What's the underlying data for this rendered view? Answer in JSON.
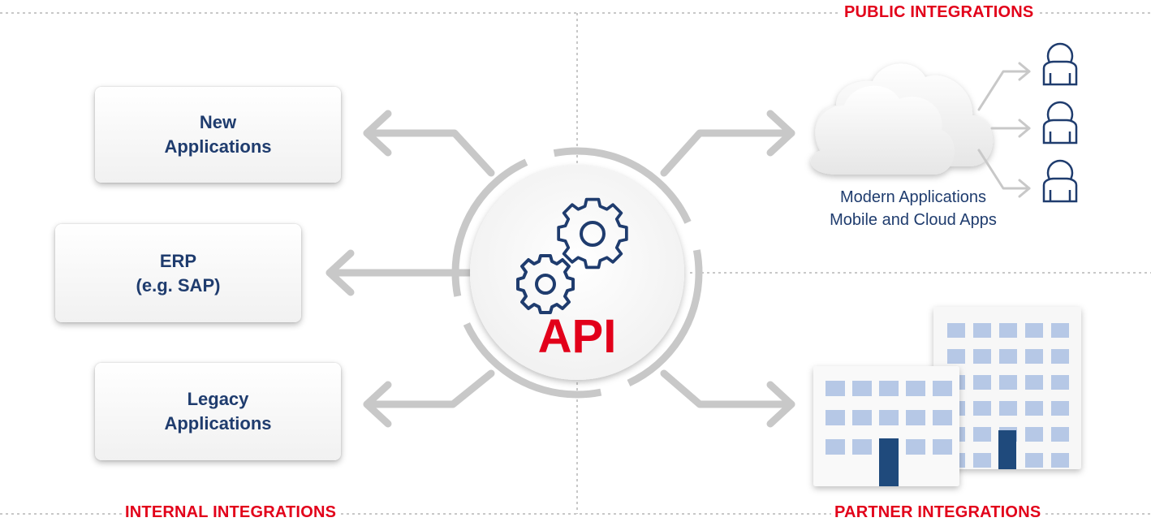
{
  "labels": {
    "public": "PUBLIC INTEGRATIONS",
    "internal": "INTERNAL INTEGRATIONS",
    "partner": "PARTNER INTEGRATIONS"
  },
  "center": {
    "label": "API"
  },
  "boxes": {
    "new_apps": {
      "line1": "New",
      "line2": "Applications"
    },
    "erp": {
      "line1": "ERP",
      "line2": "(e.g. SAP)"
    },
    "legacy": {
      "line1": "Legacy",
      "line2": "Applications"
    }
  },
  "cloud": {
    "line1": "Modern Applications",
    "line2": "Mobile and Cloud Apps"
  },
  "icons": [
    "gears-icon",
    "cloud-icon",
    "user-icon",
    "building-icon"
  ],
  "colors": {
    "accent": "#e2001a",
    "navy": "#1f3c6e",
    "arrow": "#c8c8c8",
    "window": "#b6c8e6"
  }
}
